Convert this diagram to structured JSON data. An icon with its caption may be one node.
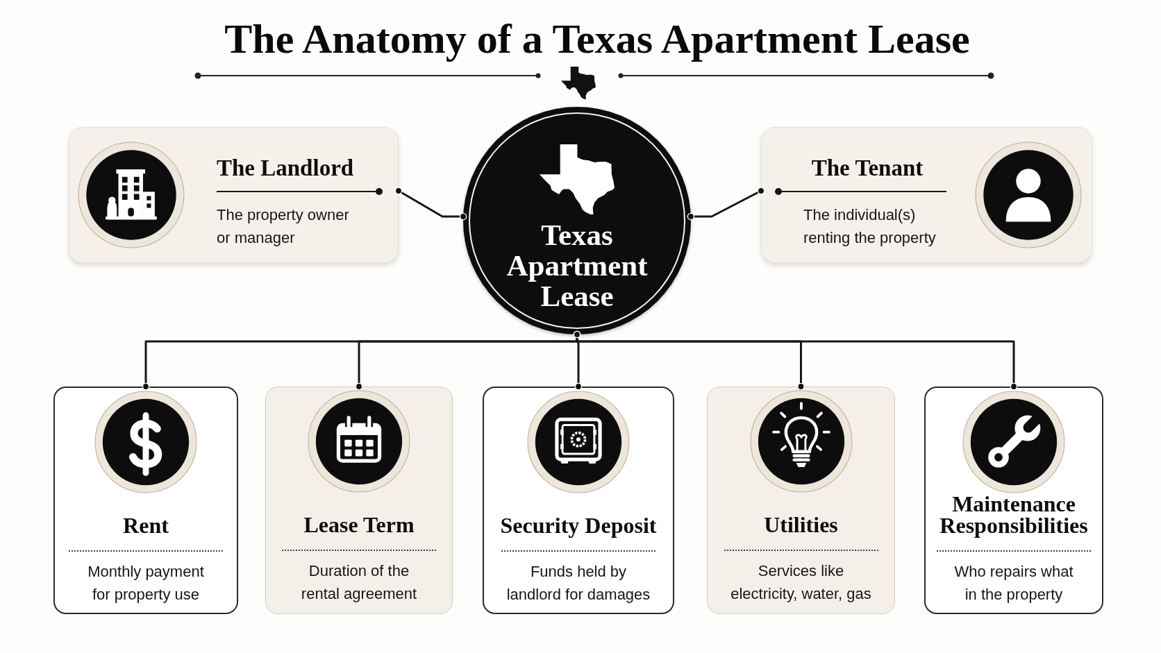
{
  "diagram": {
    "title": "The Anatomy of a Texas Apartment Lease",
    "nodes": [
      {
        "text": [
          "The Landlord",
          "The property owner or manager"
        ]
      },
      {
        "text": [
          "Texas Apartment Lease"
        ]
      },
      {
        "text": [
          "The Tenant",
          "The individual(s) renting the property"
        ]
      },
      {
        "text": [
          "Rent",
          "Monthly payment for property use"
        ]
      },
      {
        "text": [
          "Lease Term",
          "Duration of the rental agreement"
        ]
      },
      {
        "text": [
          "Security Deposit",
          "Funds held by landlord for damages"
        ]
      },
      {
        "text": [
          "Utilities",
          "Services like electricity, water, gas"
        ]
      },
      {
        "text": [
          "Maintenance Responsibilities",
          "Who repairs what in the property"
        ]
      }
    ],
    "edges": [
      {
        "from": 1,
        "to": 0,
        "arrow": "other"
      },
      {
        "from": 1,
        "to": 2,
        "arrow": "other"
      },
      {
        "from": 1,
        "to": 3,
        "arrow": "other"
      },
      {
        "from": 1,
        "to": 4,
        "arrow": "other"
      },
      {
        "from": 1,
        "to": 5,
        "arrow": "other"
      },
      {
        "from": 1,
        "to": 6,
        "arrow": "other"
      },
      {
        "from": 1,
        "to": 7,
        "arrow": "other"
      }
    ]
  }
}
